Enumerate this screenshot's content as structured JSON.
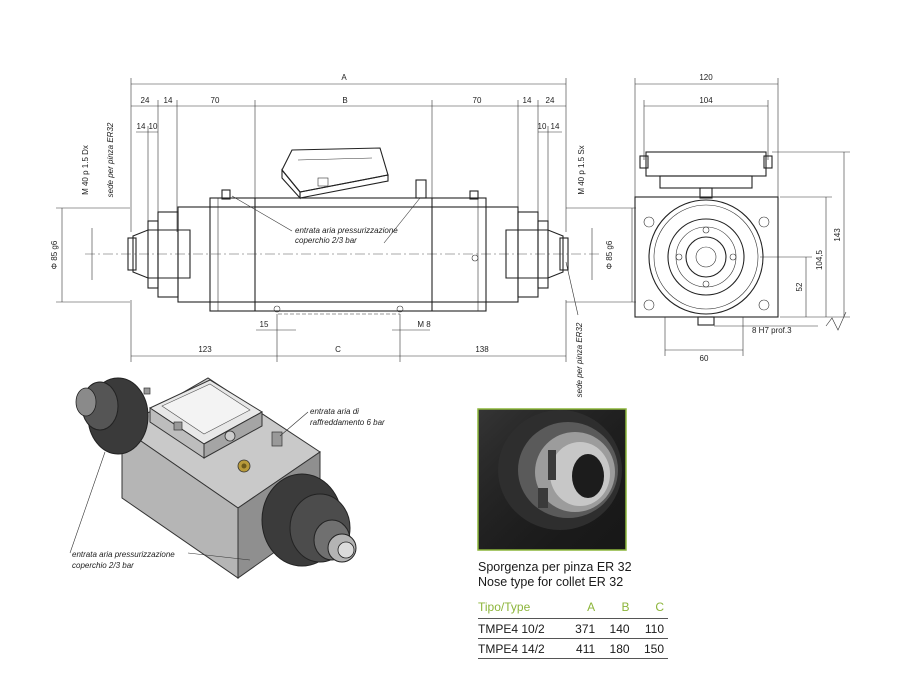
{
  "side_view": {
    "dims": {
      "overall": "A",
      "middle": "B",
      "left_24": "24",
      "left_14a": "14",
      "left_70": "70",
      "right_70": "70",
      "right_14a": "14",
      "right_24": "24",
      "left_14b": "14",
      "left_10": "10",
      "right_10": "10",
      "right_14b": "14",
      "bottom_123": "123",
      "bottom_c": "C",
      "bottom_138": "138",
      "slot_15": "15",
      "thread_m8": "M 8",
      "dia_left": "Φ 85 g6",
      "dia_right": "Φ 85 g6",
      "thread_left": "M 40 p 1.5 Dx",
      "thread_right": "M 40 p 1.5 Sx"
    },
    "notes": {
      "seat_left": "sede per pinza ER32",
      "seat_right": "sede per pinza ER32",
      "air_inlet_1": "entrata aria pressurizzazione",
      "air_inlet_2": "coperchio 2/3 bar"
    }
  },
  "end_view": {
    "dims": {
      "width_120": "120",
      "width_104": "104",
      "height_143": "143",
      "height_1045": "104,5",
      "height_52": "52",
      "width_60": "60",
      "fit_8h7": "8 H7 prof.3"
    }
  },
  "iso_view": {
    "notes": {
      "cooling_1": "entrata aria di",
      "cooling_2": "raffreddamento 6 bar",
      "press_1": "entrata aria pressurizzazione",
      "press_2": "coperchio 2/3 bar"
    }
  },
  "info": {
    "caption_it": "Sporgenza per pinza ER 32",
    "caption_en": "Nose type for collet ER 32",
    "table": {
      "headers": [
        "Tipo/Type",
        "A",
        "B",
        "C"
      ],
      "rows": [
        [
          "TMPE4 10/2",
          "371",
          "140",
          "110"
        ],
        [
          "TMPE4 14/2",
          "411",
          "180",
          "150"
        ]
      ]
    }
  },
  "colors": {
    "accent_green": "#8cb53a",
    "photo_border": "#8cb53a"
  }
}
